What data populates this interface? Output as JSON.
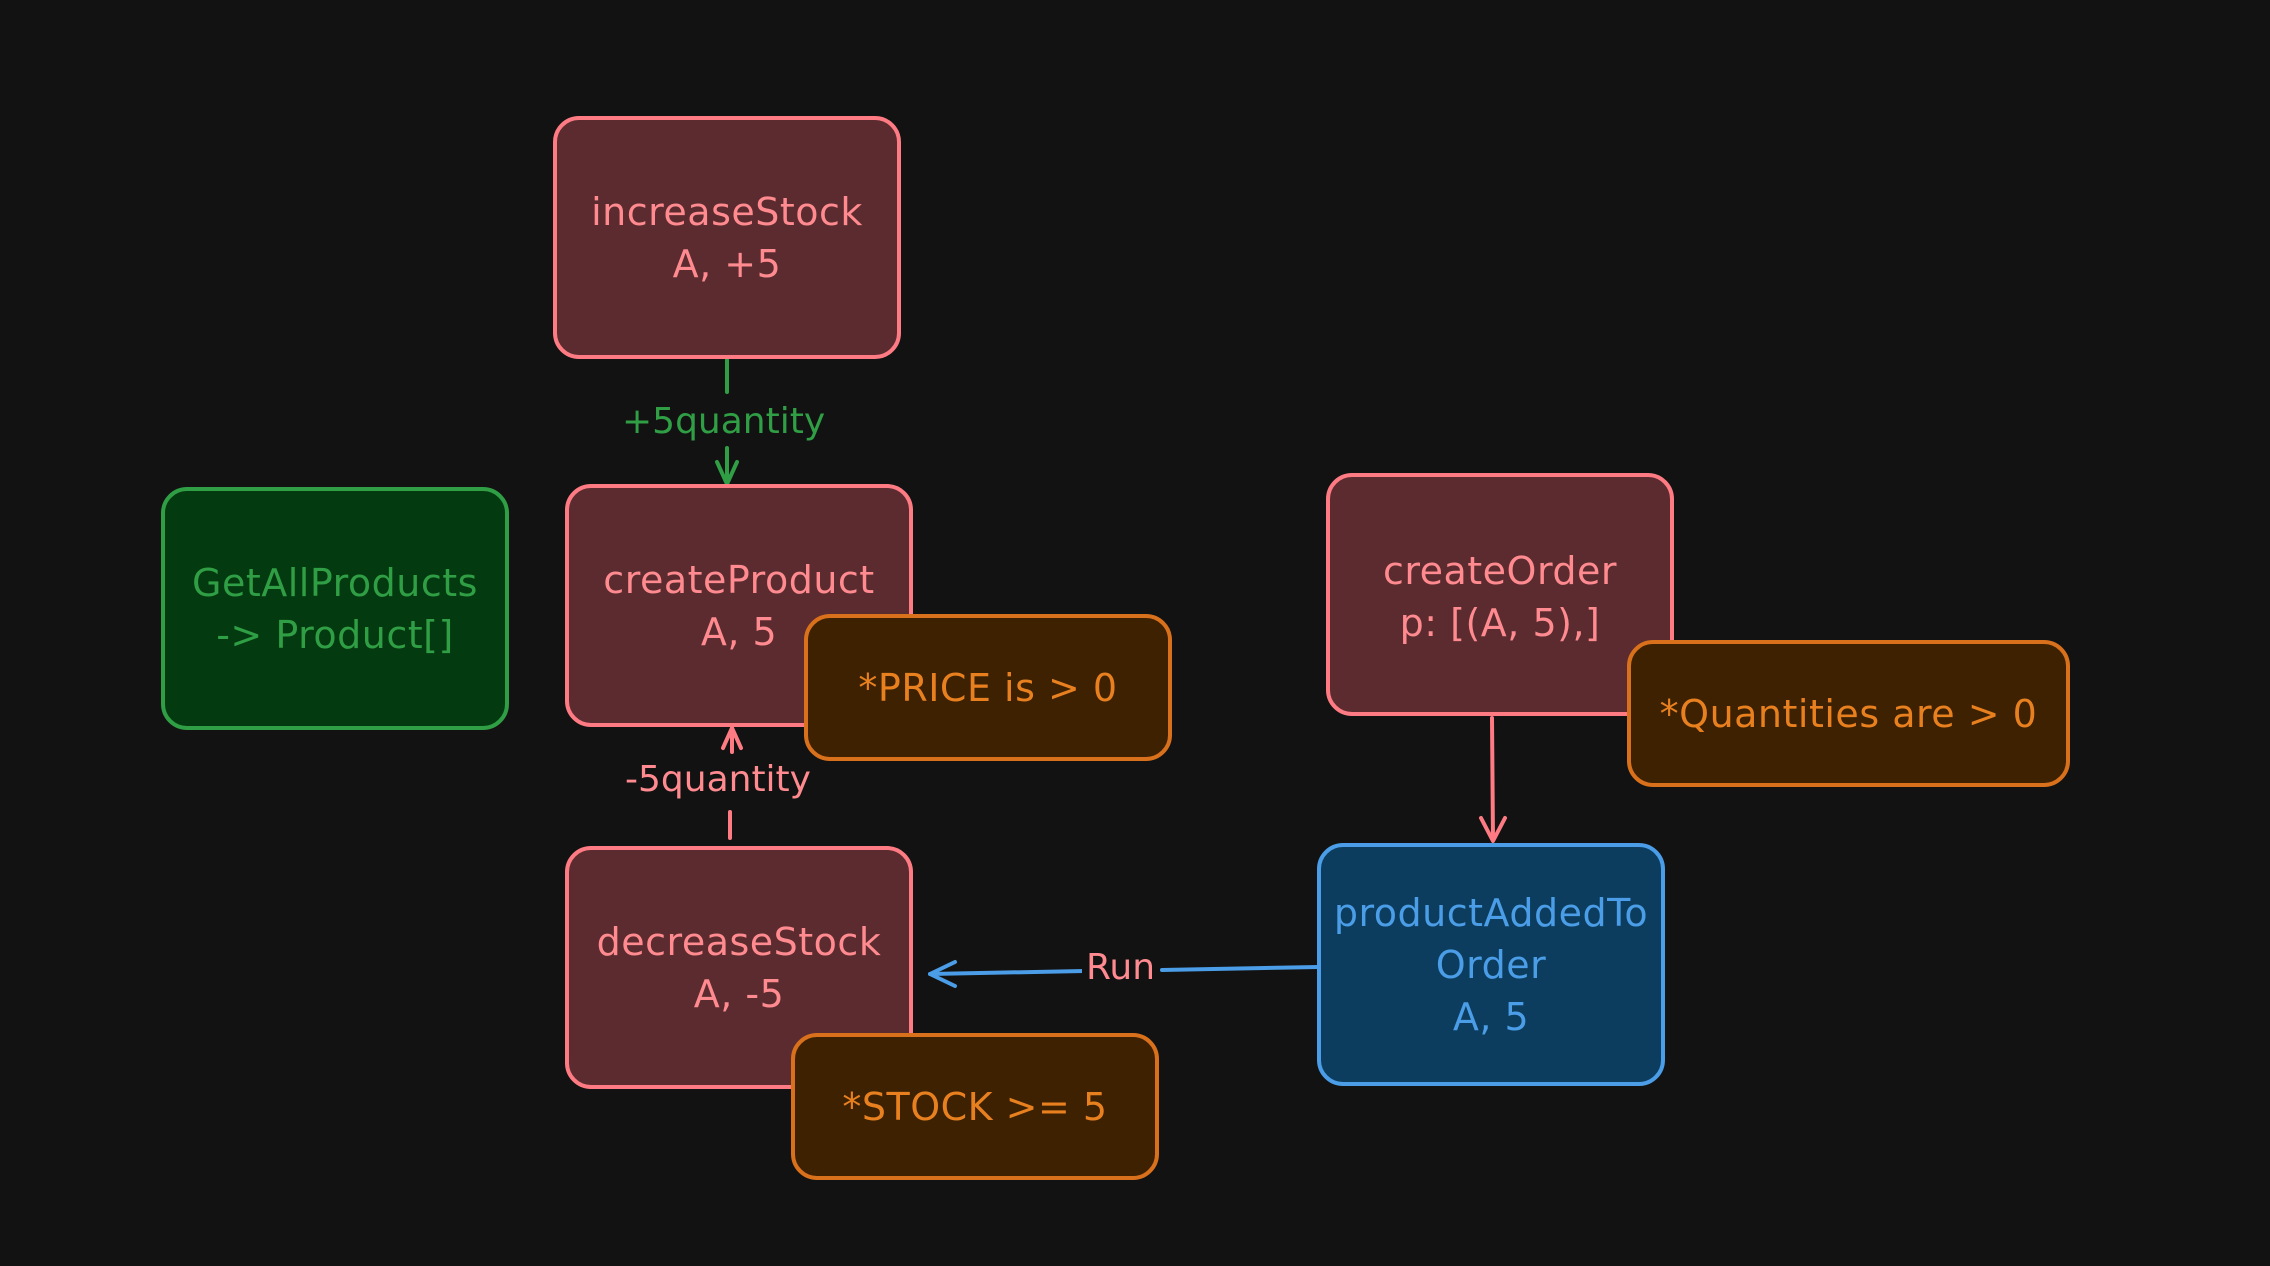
{
  "colors": {
    "background": "#121212",
    "command_fill": "#5b2b2f",
    "command_stroke": "#ff7b83",
    "query_fill": "#033a0f",
    "query_stroke": "#2f9e44",
    "event_fill": "#0c3d5e",
    "event_stroke": "#4a9de6",
    "rule_fill": "#3d2100",
    "rule_stroke": "#d9701b"
  },
  "nodes": {
    "increase_stock": {
      "line1": "increaseStock",
      "line2": "A, +5"
    },
    "get_all_products": {
      "line1": "GetAllProducts",
      "line2": "-> Product[]"
    },
    "create_product": {
      "line1": "createProduct",
      "line2": "A, 5"
    },
    "price_rule": {
      "text": "*PRICE is > 0"
    },
    "create_order": {
      "line1": "createOrder",
      "line2": "p: [(A, 5),]"
    },
    "quantities_rule": {
      "text": "*Quantities are > 0"
    },
    "decrease_stock": {
      "line1": "decreaseStock",
      "line2": "A, -5"
    },
    "product_added": {
      "line1": "productAddedTo",
      "line2": "Order",
      "line3": "A, 5"
    },
    "stock_rule": {
      "text": "*STOCK >= 5"
    }
  },
  "edges": {
    "plus_quantity": "+5quantity",
    "minus_quantity": "-5quantity",
    "run": "Run"
  }
}
